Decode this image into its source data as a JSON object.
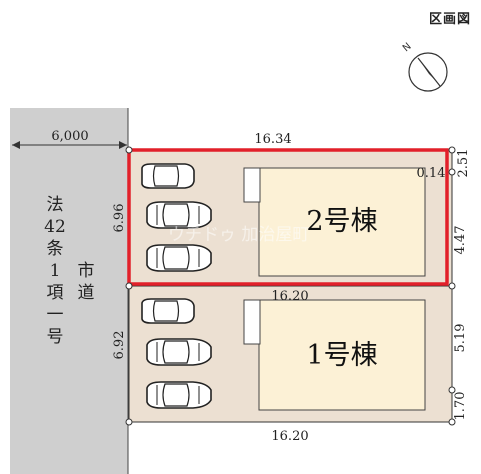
{
  "header": {
    "title": "区画図"
  },
  "road": {
    "width_label": "6,000",
    "law_label": "法42条1項一号",
    "name_label": "市道"
  },
  "lot2": {
    "name": "2号棟",
    "top_width": "16.34",
    "left_depth": "6.96",
    "right_upper": "2.51",
    "right_lower": "4.47",
    "setback": "0.14"
  },
  "lot1": {
    "name": "1号棟",
    "top_width": "16.20",
    "left_depth": "6.92",
    "right_upper": "5.19",
    "right_lower": "1.70",
    "bottom_width": "16.20"
  },
  "watermark": "ウチドゥ 加治屋町",
  "icons": {
    "north": "north-arrow-icon",
    "car": "car-icon"
  },
  "colors": {
    "lot_fill": "#ece0d2",
    "building_fill": "#fcf1d6",
    "highlight": "#e2202a",
    "road_fill": "#cfcfcf"
  }
}
